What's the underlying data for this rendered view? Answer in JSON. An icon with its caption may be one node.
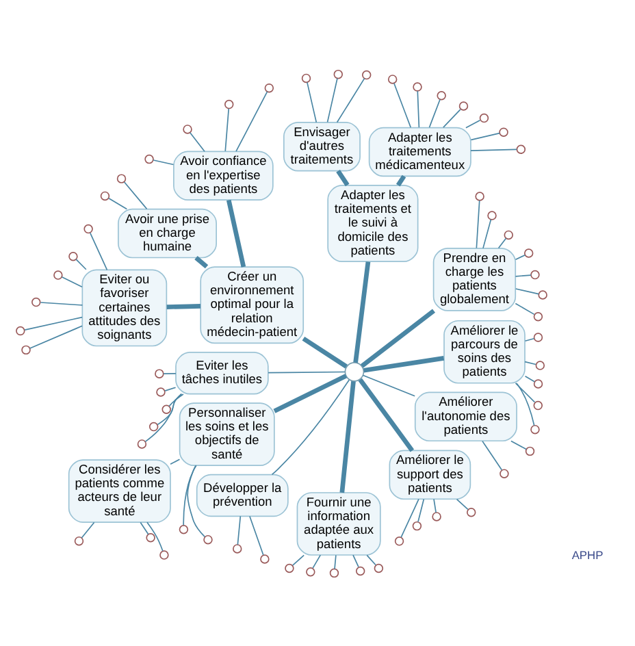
{
  "diagram": {
    "nodes": [
      {
        "text": [],
        "shape": "circle"
      },
      {
        "text": [
          "Prendre en charge les patients globalement"
        ]
      },
      {
        "text": [
          "Avoir confiance en l'expertise des patients"
        ]
      },
      {
        "text": [
          "Adapter les traitements médicamenteux"
        ]
      },
      {
        "text": [
          "Avoir une prise en charge humaine"
        ]
      },
      {
        "text": [
          "Envisager d'autres traitements"
        ]
      },
      {
        "text": [
          "Adapter les traitements et le suivi à domicile des patients"
        ]
      },
      {
        "text": [
          "Créer un environnement optimal pour la relation médecin-patient"
        ]
      },
      {
        "text": [
          "Eviter ou favoriser certaines attitudes des soignants"
        ]
      },
      {
        "text": [
          "Eviter les tâches inutiles"
        ]
      },
      {
        "text": [
          "Personnaliser les soins et les objectifs de santé"
        ]
      },
      {
        "text": [
          "Développer la prévention"
        ]
      },
      {
        "text": [
          "Considérer les patients comme acteurs de leur santé"
        ]
      },
      {
        "text": [
          "Fournir une information adaptée aux patients"
        ]
      },
      {
        "text": [
          "Améliorer le support des patients"
        ]
      },
      {
        "text": [
          "Améliorer l'autonomie des patients"
        ]
      },
      {
        "text": [
          "Améliorer le parcours de soins des patients"
        ]
      },
      {
        "text": [],
        "shape": "circle"
      },
      {
        "text": [],
        "shape": "circle"
      },
      {
        "text": [],
        "shape": "circle"
      },
      {
        "text": [],
        "shape": "circle"
      },
      {
        "text": [],
        "shape": "circle"
      },
      {
        "text": [],
        "shape": "circle"
      },
      {
        "text": [],
        "shape": "circle"
      },
      {
        "text": [],
        "shape": "circle"
      },
      {
        "text": [],
        "shape": "circle"
      },
      {
        "text": [],
        "shape": "circle"
      },
      {
        "text": [],
        "shape": "circle"
      },
      {
        "text": [],
        "shape": "circle"
      },
      {
        "text": [],
        "shape": "circle"
      },
      {
        "text": [],
        "shape": "circle"
      },
      {
        "text": [],
        "shape": "circle"
      },
      {
        "text": [],
        "shape": "circle"
      },
      {
        "text": [],
        "shape": "circle"
      },
      {
        "text": [],
        "shape": "circle"
      },
      {
        "text": [],
        "shape": "circle"
      },
      {
        "text": [],
        "shape": "circle"
      },
      {
        "text": [],
        "shape": "circle"
      },
      {
        "text": [],
        "shape": "circle"
      },
      {
        "text": [],
        "shape": "circle"
      },
      {
        "text": [],
        "shape": "circle"
      },
      {
        "text": [],
        "shape": "circle"
      },
      {
        "text": [],
        "shape": "circle"
      },
      {
        "text": [],
        "shape": "circle"
      },
      {
        "text": [],
        "shape": "circle"
      },
      {
        "text": [],
        "shape": "circle"
      },
      {
        "text": [],
        "shape": "circle"
      },
      {
        "text": [],
        "shape": "circle"
      },
      {
        "text": [],
        "shape": "circle"
      },
      {
        "text": [],
        "shape": "circle"
      },
      {
        "text": [],
        "shape": "circle"
      },
      {
        "text": [],
        "shape": "circle"
      },
      {
        "text": [],
        "shape": "circle"
      },
      {
        "text": [],
        "shape": "circle"
      },
      {
        "text": [],
        "shape": "circle"
      },
      {
        "text": [],
        "shape": "circle"
      },
      {
        "text": [],
        "shape": "circle"
      },
      {
        "text": [],
        "shape": "circle"
      },
      {
        "text": [],
        "shape": "circle"
      },
      {
        "text": [],
        "shape": "circle"
      },
      {
        "text": [],
        "shape": "circle"
      },
      {
        "text": [],
        "shape": "circle"
      },
      {
        "text": [],
        "shape": "circle"
      },
      {
        "text": [],
        "shape": "circle"
      },
      {
        "text": [],
        "shape": "circle"
      },
      {
        "text": [],
        "shape": "circle"
      },
      {
        "text": [],
        "shape": "circle"
      },
      {
        "text": [],
        "shape": "circle"
      },
      {
        "text": [],
        "shape": "circle"
      },
      {
        "text": [],
        "shape": "circle"
      },
      {
        "text": [],
        "shape": "circle"
      },
      {
        "text": [],
        "shape": "circle"
      },
      {
        "text": [],
        "shape": "circle"
      },
      {
        "text": [],
        "shape": "circle"
      }
    ],
    "edges": [
      {
        "from": 0,
        "to": 1,
        "arrow": "none",
        "style": "thick"
      },
      {
        "from": 0,
        "to": 6,
        "arrow": "none",
        "style": "thick"
      },
      {
        "from": 0,
        "to": 7,
        "arrow": "none",
        "style": "thick"
      },
      {
        "from": 0,
        "to": 9,
        "arrow": "none"
      },
      {
        "from": 0,
        "to": 10,
        "arrow": "none",
        "style": "thick"
      },
      {
        "from": 0,
        "to": 11,
        "arrow": "none"
      },
      {
        "from": 0,
        "to": 13,
        "arrow": "none",
        "style": "thick"
      },
      {
        "from": 0,
        "to": 14,
        "arrow": "none",
        "style": "thick"
      },
      {
        "from": 0,
        "to": 15,
        "arrow": "none"
      },
      {
        "from": 0,
        "to": 16,
        "arrow": "none",
        "style": "thick"
      },
      {
        "from": 7,
        "to": 2,
        "arrow": "none",
        "style": "thick"
      },
      {
        "from": 7,
        "to": 4,
        "arrow": "none",
        "style": "thick"
      },
      {
        "from": 7,
        "to": 8,
        "arrow": "none",
        "style": "thick"
      },
      {
        "from": 6,
        "to": 3,
        "arrow": "none",
        "style": "thick"
      },
      {
        "from": 6,
        "to": 5,
        "arrow": "none",
        "style": "thick"
      },
      {
        "from": 10,
        "to": 12,
        "arrow": "none"
      },
      {
        "from": 1,
        "to": 17,
        "arrow": "none"
      },
      {
        "from": 1,
        "to": 18,
        "arrow": "none"
      },
      {
        "from": 1,
        "to": 19,
        "arrow": "none"
      },
      {
        "from": 1,
        "to": 20,
        "arrow": "none"
      },
      {
        "from": 1,
        "to": 21,
        "arrow": "none"
      },
      {
        "from": 1,
        "to": 22,
        "arrow": "none"
      },
      {
        "from": 1,
        "to": 23,
        "arrow": "none"
      },
      {
        "from": 2,
        "to": 24,
        "arrow": "none"
      },
      {
        "from": 2,
        "to": 25,
        "arrow": "none"
      },
      {
        "from": 2,
        "to": 26,
        "arrow": "none"
      },
      {
        "from": 2,
        "to": 27,
        "arrow": "none"
      },
      {
        "from": 3,
        "to": 28,
        "arrow": "none"
      },
      {
        "from": 3,
        "to": 29,
        "arrow": "none"
      },
      {
        "from": 3,
        "to": 30,
        "arrow": "none"
      },
      {
        "from": 3,
        "to": 31,
        "arrow": "none"
      },
      {
        "from": 3,
        "to": 32,
        "arrow": "none"
      },
      {
        "from": 3,
        "to": 33,
        "arrow": "none"
      },
      {
        "from": 3,
        "to": 34,
        "arrow": "none"
      },
      {
        "from": 4,
        "to": 35,
        "arrow": "none"
      },
      {
        "from": 4,
        "to": 36,
        "arrow": "none"
      },
      {
        "from": 5,
        "to": 37,
        "arrow": "none"
      },
      {
        "from": 5,
        "to": 38,
        "arrow": "none"
      },
      {
        "from": 5,
        "to": 39,
        "arrow": "none"
      },
      {
        "from": 8,
        "to": 40,
        "arrow": "none"
      },
      {
        "from": 8,
        "to": 41,
        "arrow": "none"
      },
      {
        "from": 8,
        "to": 42,
        "arrow": "none"
      },
      {
        "from": 8,
        "to": 43,
        "arrow": "none"
      },
      {
        "from": 8,
        "to": 44,
        "arrow": "none"
      },
      {
        "from": 8,
        "to": 45,
        "arrow": "none"
      },
      {
        "from": 9,
        "to": 46,
        "arrow": "none"
      },
      {
        "from": 9,
        "to": 47,
        "arrow": "none"
      },
      {
        "from": 9,
        "to": 48,
        "arrow": "none"
      },
      {
        "from": 9,
        "to": 49,
        "arrow": "none"
      },
      {
        "from": 9,
        "to": 50,
        "arrow": "none"
      },
      {
        "from": 10,
        "to": 51,
        "arrow": "none"
      },
      {
        "from": 10,
        "to": 52,
        "arrow": "none"
      },
      {
        "from": 11,
        "to": 53,
        "arrow": "none"
      },
      {
        "from": 11,
        "to": 54,
        "arrow": "none"
      },
      {
        "from": 12,
        "to": 55,
        "arrow": "none"
      },
      {
        "from": 12,
        "to": 56,
        "arrow": "none"
      },
      {
        "from": 12,
        "to": 57,
        "arrow": "none"
      },
      {
        "from": 13,
        "to": 58,
        "arrow": "none"
      },
      {
        "from": 13,
        "to": 59,
        "arrow": "none"
      },
      {
        "from": 13,
        "to": 60,
        "arrow": "none"
      },
      {
        "from": 13,
        "to": 61,
        "arrow": "none"
      },
      {
        "from": 13,
        "to": 62,
        "arrow": "none"
      },
      {
        "from": 14,
        "to": 63,
        "arrow": "none"
      },
      {
        "from": 14,
        "to": 64,
        "arrow": "none"
      },
      {
        "from": 14,
        "to": 65,
        "arrow": "none"
      },
      {
        "from": 14,
        "to": 66,
        "arrow": "none"
      },
      {
        "from": 15,
        "to": 67,
        "arrow": "none"
      },
      {
        "from": 15,
        "to": 68,
        "arrow": "none"
      },
      {
        "from": 16,
        "to": 69,
        "arrow": "none"
      },
      {
        "from": 16,
        "to": 70,
        "arrow": "none"
      },
      {
        "from": 16,
        "to": 71,
        "arrow": "none"
      },
      {
        "from": 16,
        "to": 72,
        "arrow": "none"
      },
      {
        "from": 16,
        "to": 73,
        "arrow": "none"
      }
    ],
    "labels": [
      "APHP"
    ]
  }
}
